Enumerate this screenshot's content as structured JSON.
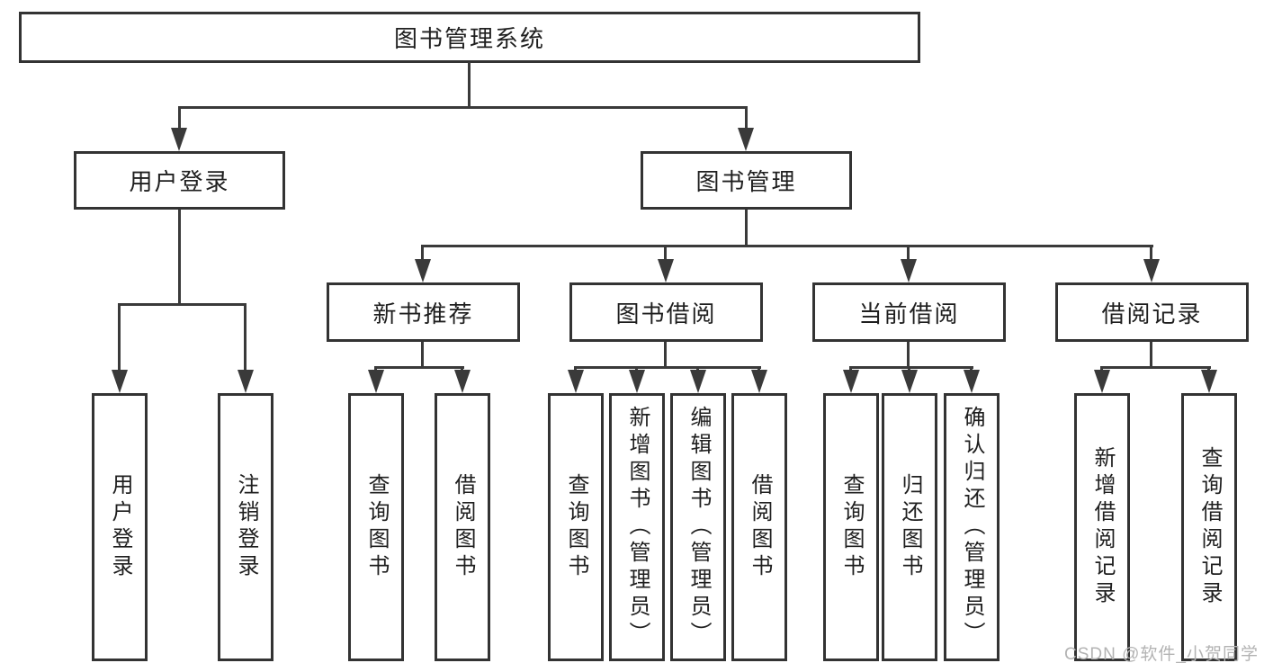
{
  "colors": {
    "line": "#3a3a3a",
    "box_border": "#333333",
    "text": "#1f1f1f",
    "background": "#ffffff",
    "watermark": "#b3b3b3"
  },
  "watermark": {
    "text": "CSDN @软件_小贺同学"
  },
  "tree": {
    "root": {
      "label": "图书管理系统",
      "children": [
        {
          "label": "用户登录",
          "children": [
            {
              "label": "用户登录"
            },
            {
              "label": "注销登录"
            }
          ]
        },
        {
          "label": "图书管理",
          "children": [
            {
              "label": "新书推荐",
              "children": [
                {
                  "label": "查询图书"
                },
                {
                  "label": "借阅图书"
                }
              ]
            },
            {
              "label": "图书借阅",
              "children": [
                {
                  "label": "查询图书"
                },
                {
                  "label": "新增图书（管理员）"
                },
                {
                  "label": "编辑图书（管理员）"
                },
                {
                  "label": "借阅图书"
                }
              ]
            },
            {
              "label": "当前借阅",
              "children": [
                {
                  "label": "查询图书"
                },
                {
                  "label": "归还图书"
                },
                {
                  "label": "确认归还（管理员）"
                }
              ]
            },
            {
              "label": "借阅记录",
              "children": [
                {
                  "label": "新增借阅记录"
                },
                {
                  "label": "查询借阅记录"
                }
              ]
            }
          ]
        }
      ]
    }
  }
}
